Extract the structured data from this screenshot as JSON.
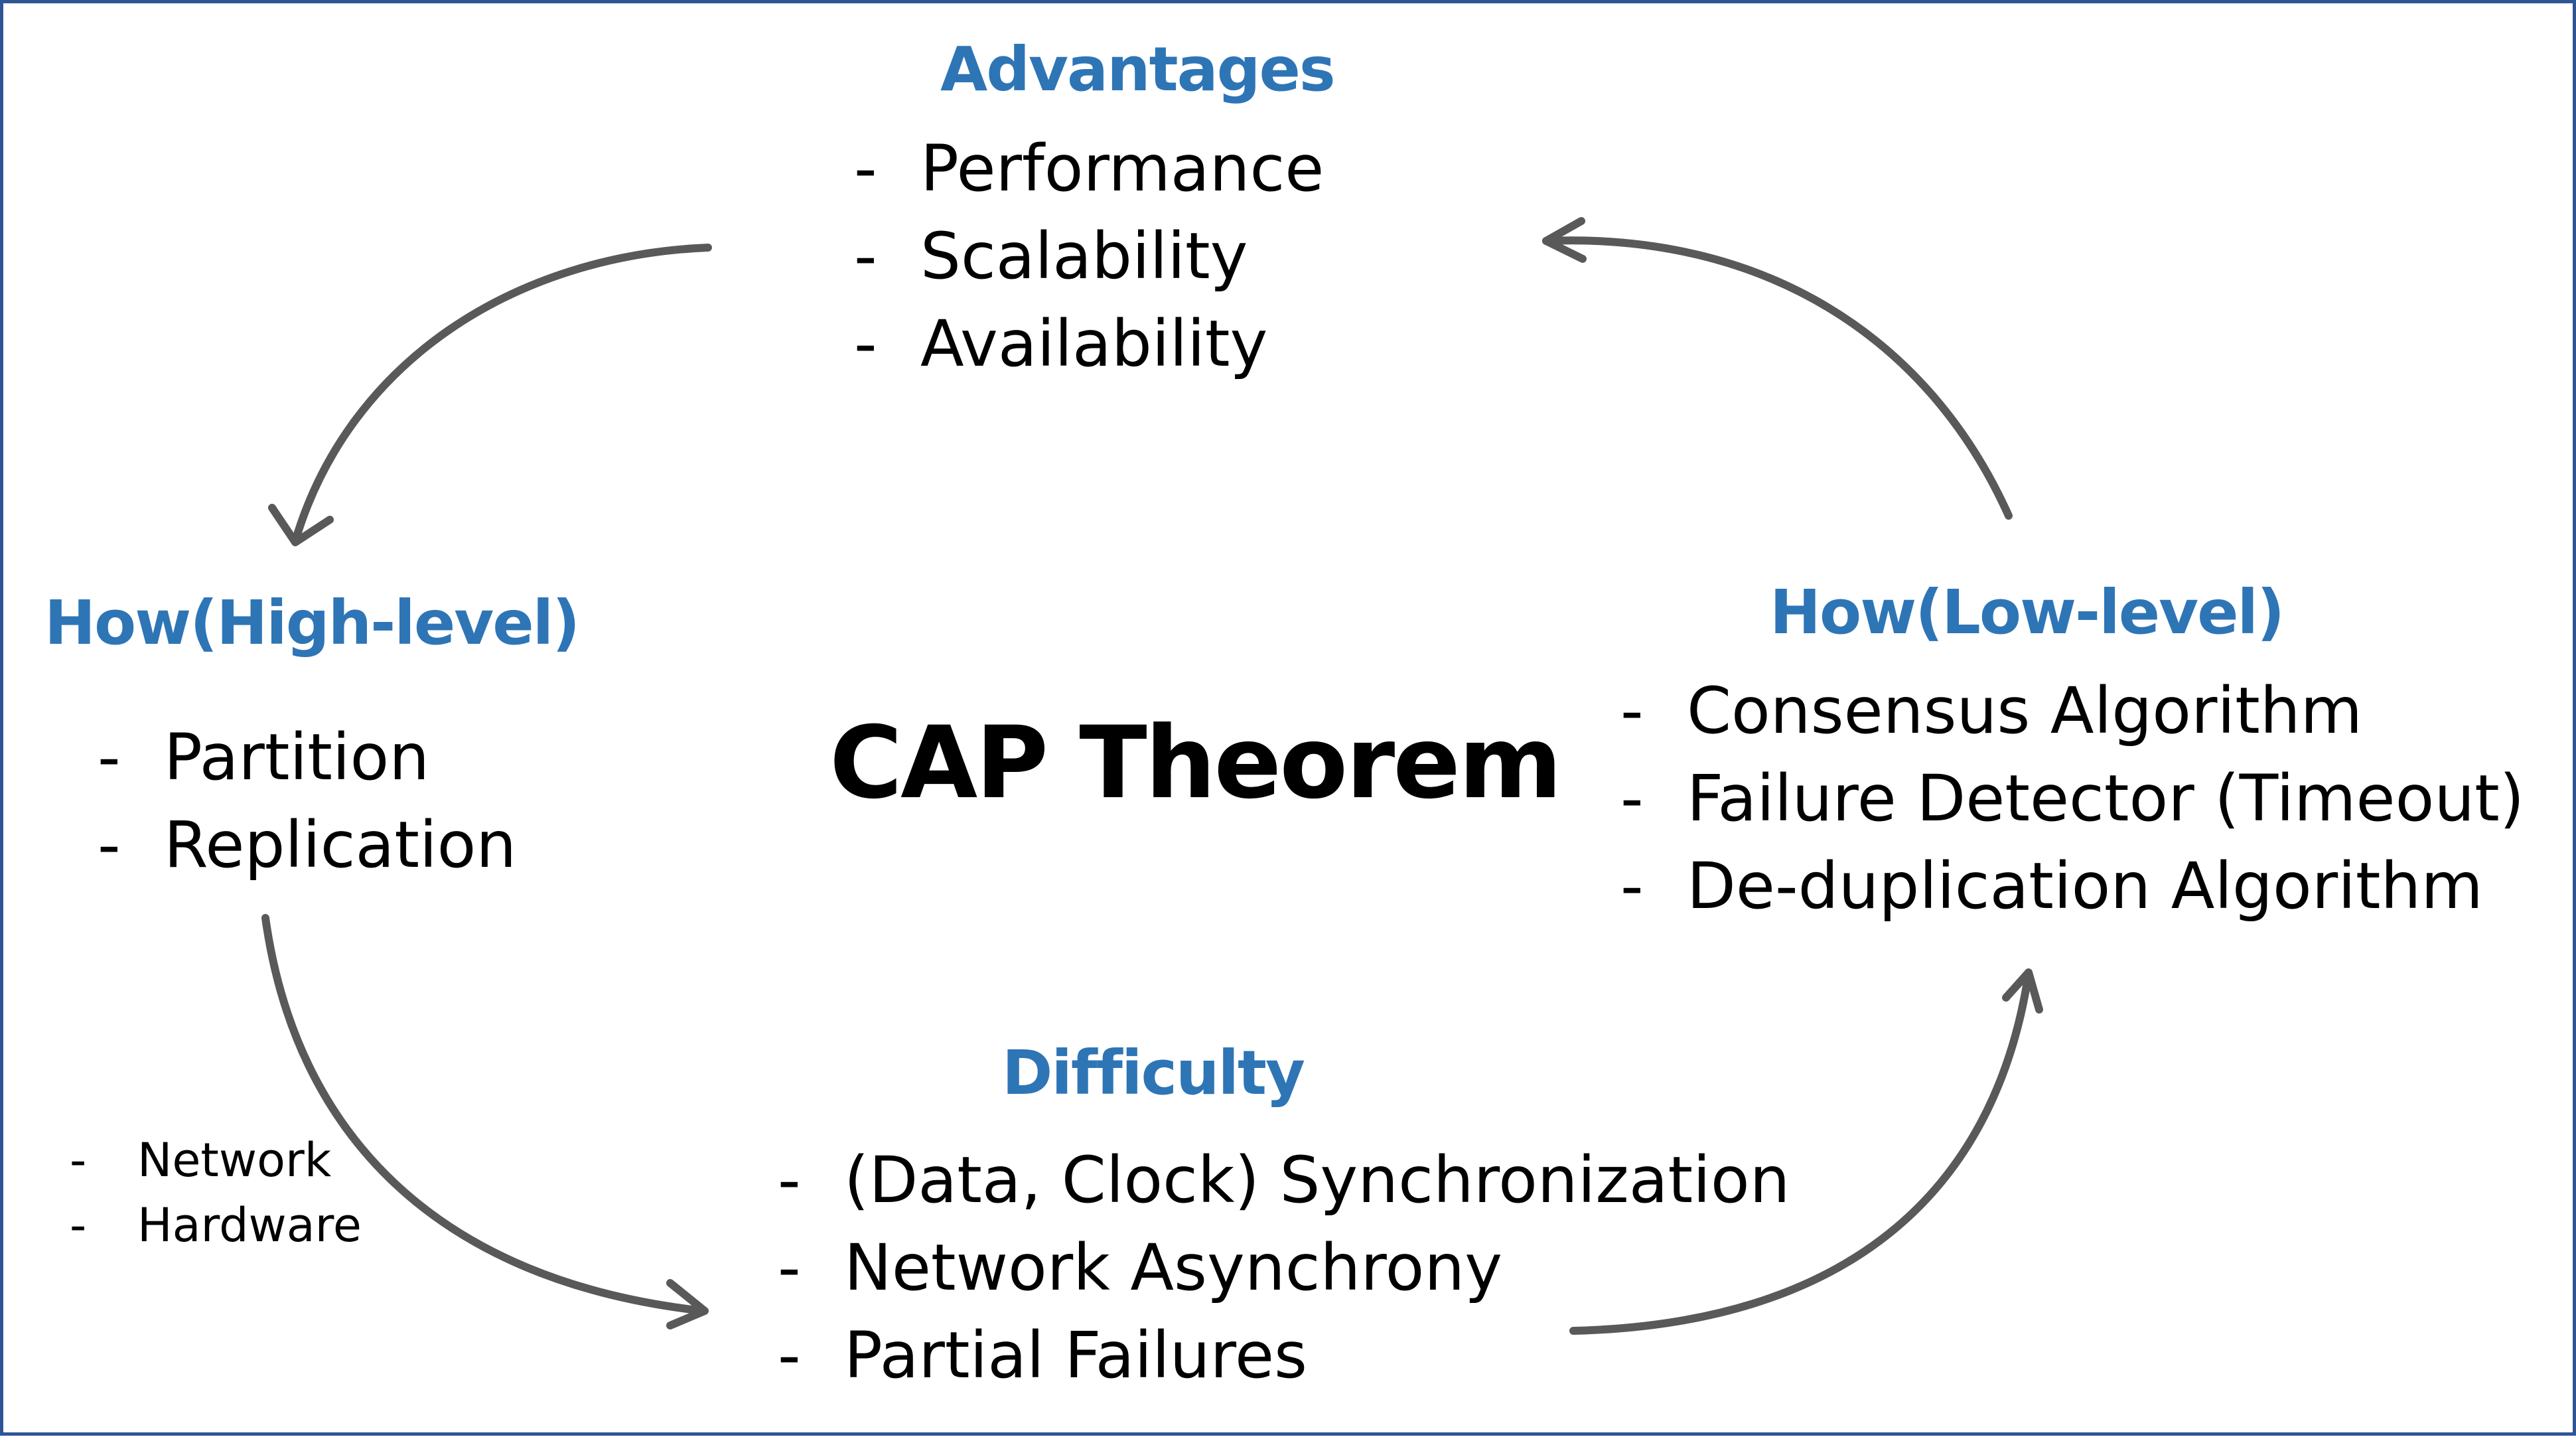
{
  "title": "CAP Theorem",
  "colors": {
    "heading": "#2e75b6",
    "border": "#2f5597",
    "arrow": "#595959",
    "text": "#000000"
  },
  "advantages": {
    "heading": "Advantages",
    "items": [
      "Performance",
      "Scalability",
      "Availability"
    ]
  },
  "how_high": {
    "heading": "How(High-level)",
    "items": [
      "Partition",
      "Replication"
    ]
  },
  "how_low": {
    "heading": "How(Low-level)",
    "items": [
      "Consensus Algorithm",
      "Failure Detector (Timeout)",
      "De-duplication Algorithm"
    ]
  },
  "difficulty": {
    "heading": "Difficulty",
    "items": [
      "(Data, Clock) Synchronization",
      "Network Asynchrony",
      "Partial Failures"
    ]
  },
  "side_note": {
    "items": [
      "Network",
      "Hardware"
    ]
  },
  "bullet": "-"
}
